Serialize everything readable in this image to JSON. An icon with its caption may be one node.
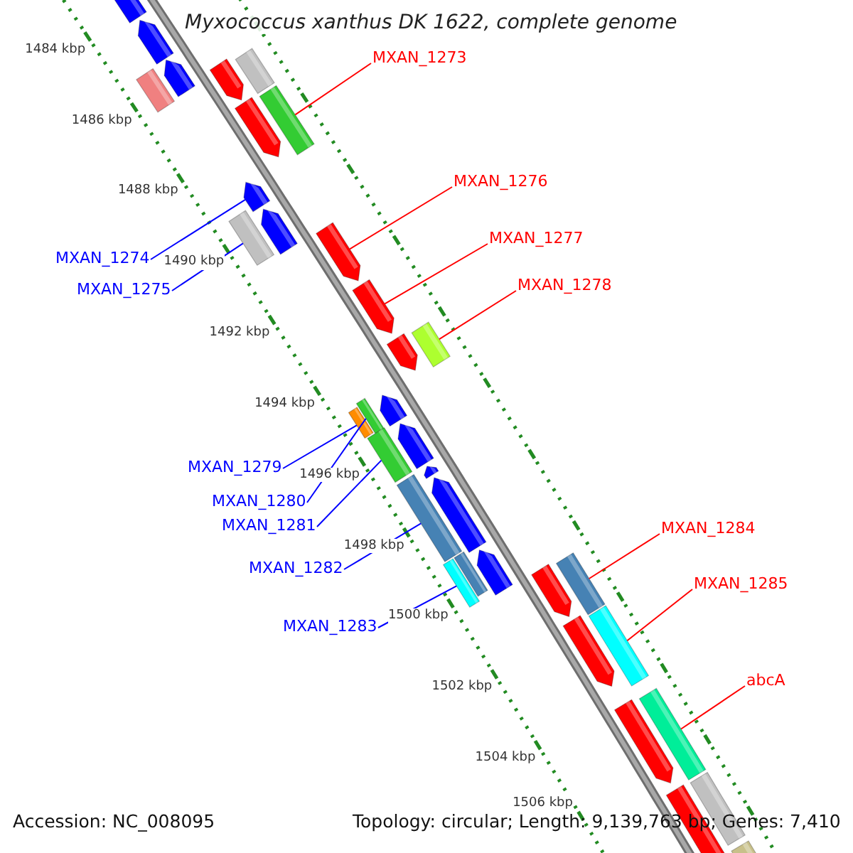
{
  "diagram": {
    "title": "Myxococcus xanthus DK 1622, complete genome",
    "nodes": [
      {
        "text": [
          "MXAN_1273"
        ]
      },
      {
        "text": [
          "MXAN_1276"
        ]
      },
      {
        "text": [
          "MXAN_1277"
        ]
      },
      {
        "text": [
          "MXAN_1274"
        ]
      },
      {
        "text": [
          "MXAN_1278"
        ]
      },
      {
        "text": [
          "MXAN_1275"
        ]
      },
      {
        "text": [
          "MXAN_1279"
        ]
      },
      {
        "text": [
          "MXAN_1280"
        ]
      },
      {
        "text": [
          "MXAN_1281"
        ]
      },
      {
        "text": [
          "MXAN_1284"
        ]
      },
      {
        "text": [
          "MXAN_1282"
        ]
      },
      {
        "text": [
          "MXAN_1285"
        ]
      },
      {
        "text": [
          "MXAN_1283"
        ]
      },
      {
        "text": [
          "abcA"
        ]
      },
      {
        "text": [],
        "shape": "box"
      },
      {
        "text": [],
        "shape": "arrow"
      },
      {
        "text": [],
        "shape": "arrow"
      },
      {
        "text": [],
        "shape": "arrow"
      },
      {
        "text": [],
        "shape": "box"
      },
      {
        "text": [],
        "shape": "box"
      },
      {
        "text": [],
        "shape": "box"
      },
      {
        "text": [],
        "shape": "box"
      },
      {
        "text": [],
        "shape": "box"
      },
      {
        "text": [],
        "shape": "box"
      },
      {
        "text": [],
        "shape": "box"
      },
      {
        "text": [],
        "shape": "box"
      },
      {
        "text": [],
        "shape": "box"
      },
      {
        "text": [],
        "shape": "box"
      },
      {
        "text": [],
        "shape": "arrow"
      },
      {
        "text": [],
        "shape": "arrow"
      },
      {
        "text": [],
        "shape": "arrow"
      },
      {
        "text": [],
        "shape": "arrow"
      },
      {
        "text": [],
        "shape": "arrow"
      },
      {
        "text": [],
        "shape": "arrow"
      },
      {
        "text": [],
        "shape": "arrow"
      },
      {
        "text": [],
        "shape": "box"
      },
      {
        "text": [],
        "shape": "box"
      },
      {
        "text": [],
        "shape": "box"
      },
      {
        "text": [],
        "shape": "arrow"
      },
      {
        "text": [],
        "shape": "arrow"
      },
      {
        "text": [],
        "shape": "arrow"
      },
      {
        "text": [],
        "shape": "arrow"
      },
      {
        "text": [],
        "shape": "arrow"
      },
      {
        "text": [],
        "shape": "arrow"
      },
      {
        "text": [],
        "shape": "arrow"
      },
      {
        "text": [],
        "shape": "arrow"
      },
      {
        "text": [],
        "shape": "arrow"
      },
      {
        "text": [],
        "shape": "box"
      },
      {
        "text": [],
        "shape": "box"
      }
    ],
    "edges": [
      {
        "from": 0,
        "to": 14,
        "arrow": "none"
      },
      {
        "from": 1,
        "to": 15,
        "arrow": "none"
      },
      {
        "from": 2,
        "to": 16,
        "arrow": "none"
      },
      {
        "from": 3,
        "to": 17,
        "arrow": "none",
        "color": "#0000ff"
      },
      {
        "from": 4,
        "to": 18,
        "arrow": "none"
      },
      {
        "from": 5,
        "to": 19,
        "arrow": "none",
        "color": "#0000ff"
      },
      {
        "from": 6,
        "to": 20,
        "arrow": "none",
        "color": "#0000ff"
      },
      {
        "from": 7,
        "to": 21,
        "arrow": "none",
        "color": "#0000ff"
      },
      {
        "from": 8,
        "to": 22,
        "arrow": "none",
        "color": "#0000ff"
      },
      {
        "from": 9,
        "to": 23,
        "arrow": "none"
      },
      {
        "from": 10,
        "to": 24,
        "arrow": "none",
        "color": "#0000ff"
      },
      {
        "from": 11,
        "to": 25,
        "arrow": "none"
      },
      {
        "from": 12,
        "to": 26,
        "arrow": "none",
        "color": "#0000ff"
      },
      {
        "from": 13,
        "to": 27,
        "arrow": "none"
      }
    ],
    "labels": [
      "1484 kbp",
      "1486 kbp",
      "1488 kbp",
      "1490 kbp",
      "1492 kbp",
      "1494 kbp",
      "1496 kbp",
      "1498 kbp",
      "1500 kbp",
      "1502 kbp",
      "1504 kbp",
      "1506 kbp",
      "Accession: NC_008095",
      "Topology: circular; Length: 9,139,763 bp; Genes: 7,410"
    ]
  }
}
